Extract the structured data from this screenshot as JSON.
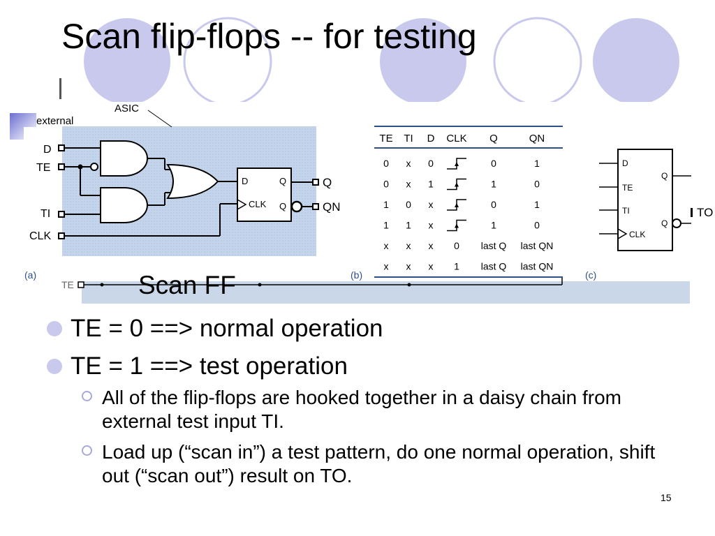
{
  "slide": {
    "title": "Scan flip-flops -- for testing",
    "page_number": "15",
    "accent_color": "#c8c9ec"
  },
  "diagram": {
    "scan_label": "Scan FF",
    "panel_a": {
      "caption": "(a)",
      "external_label": "external",
      "asic_label": "ASIC",
      "te_faded": "TE",
      "inputs": [
        "D",
        "TE",
        "TI",
        "CLK"
      ],
      "ff_pins": {
        "d": "D",
        "clk": "CLK",
        "q": "Q",
        "qn": "Q"
      },
      "outputs": [
        "Q",
        "QN"
      ]
    },
    "panel_b": {
      "caption": "(b)",
      "table": {
        "headers": [
          "TE",
          "TI",
          "D",
          "CLK",
          "Q",
          "QN"
        ],
        "rows": [
          [
            "0",
            "x",
            "0",
            "rising-edge",
            "0",
            "1"
          ],
          [
            "0",
            "x",
            "1",
            "rising-edge",
            "1",
            "0"
          ],
          [
            "1",
            "0",
            "x",
            "rising-edge",
            "0",
            "1"
          ],
          [
            "1",
            "1",
            "x",
            "rising-edge",
            "1",
            "0"
          ],
          [
            "x",
            "x",
            "x",
            "0",
            "last Q",
            "last QN"
          ],
          [
            "x",
            "x",
            "x",
            "1",
            "last Q",
            "last QN"
          ]
        ]
      }
    },
    "panel_c": {
      "caption": "(c)",
      "pins": {
        "d": "D",
        "te": "TE",
        "ti": "TI",
        "clk": "CLK",
        "q": "Q",
        "qn": "Q"
      },
      "to_label": "TO"
    }
  },
  "bullets": [
    {
      "text": "TE = 0 ==> normal operation",
      "sub": []
    },
    {
      "text": "TE = 1 ==> test operation",
      "sub": [
        "All of the flip-flops are hooked together in a daisy chain from external test input TI.",
        "Load up (“scan in”) a test pattern, do one normal operation, shift out (“scan out”) result on TO."
      ]
    }
  ]
}
